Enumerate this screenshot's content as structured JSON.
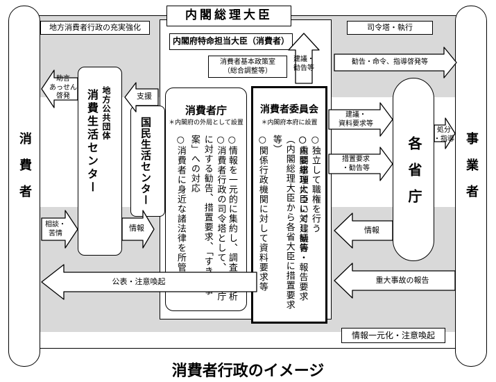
{
  "top": {
    "pm": "内閣総理大臣",
    "minister": "内閣府特命担当大臣（消費者）",
    "policy_office": "消費者基本政策室\n（総合調整等）"
  },
  "corner_left": "地方消費者行政の充実強化",
  "corner_right_top": "司令塔・執行",
  "corner_right_bottom": "情報一元化・注意喚起",
  "left_pillar": "消費者",
  "right_pillar": "事業者",
  "local_gov": {
    "line1": "地方公共団体",
    "line2": "消費生活センター"
  },
  "national_center": "国民生活センター",
  "agency": {
    "title": "消費者庁",
    "sub": "＊内閣府の外局として設置",
    "items": [
      "○情報を一元的に集約し、調査・分析",
      "○消費者行政の司令塔として、各省庁に対する勧告、措置要求、「すき間事案」への対応",
      "○消費者に身近な諸法律を所管"
    ]
  },
  "committee": {
    "title": "消費者委員会",
    "sub": "＊内閣府本府に設置",
    "items": [
      "○独立して職権を行う",
      "○重要事項について建議等",
      "○内閣総理大臣に対し勧告・報告要求（内閣総理大臣から各省大臣に措置要求等）",
      "○関係行政機関に対して資料要求等"
    ]
  },
  "ministries": "各省庁",
  "labels": {
    "advice": "助言\nあっせん\n啓発",
    "support": "支援",
    "consult": "相談・\n苦情",
    "info_left": "情報",
    "public_notice": "公表・注意喚起",
    "kengi_up": "建議・\n勧告等",
    "kankoku_top": "勧告・命令、指導啓発等",
    "kengi_shiryo": "建議・\n資料要求等",
    "sochi": "措置要求\n・勧告等",
    "shobun": "処分\n・指導",
    "info_right": "情報",
    "accident": "重大事故の報告"
  },
  "caption": "消費者行政のイメージ"
}
